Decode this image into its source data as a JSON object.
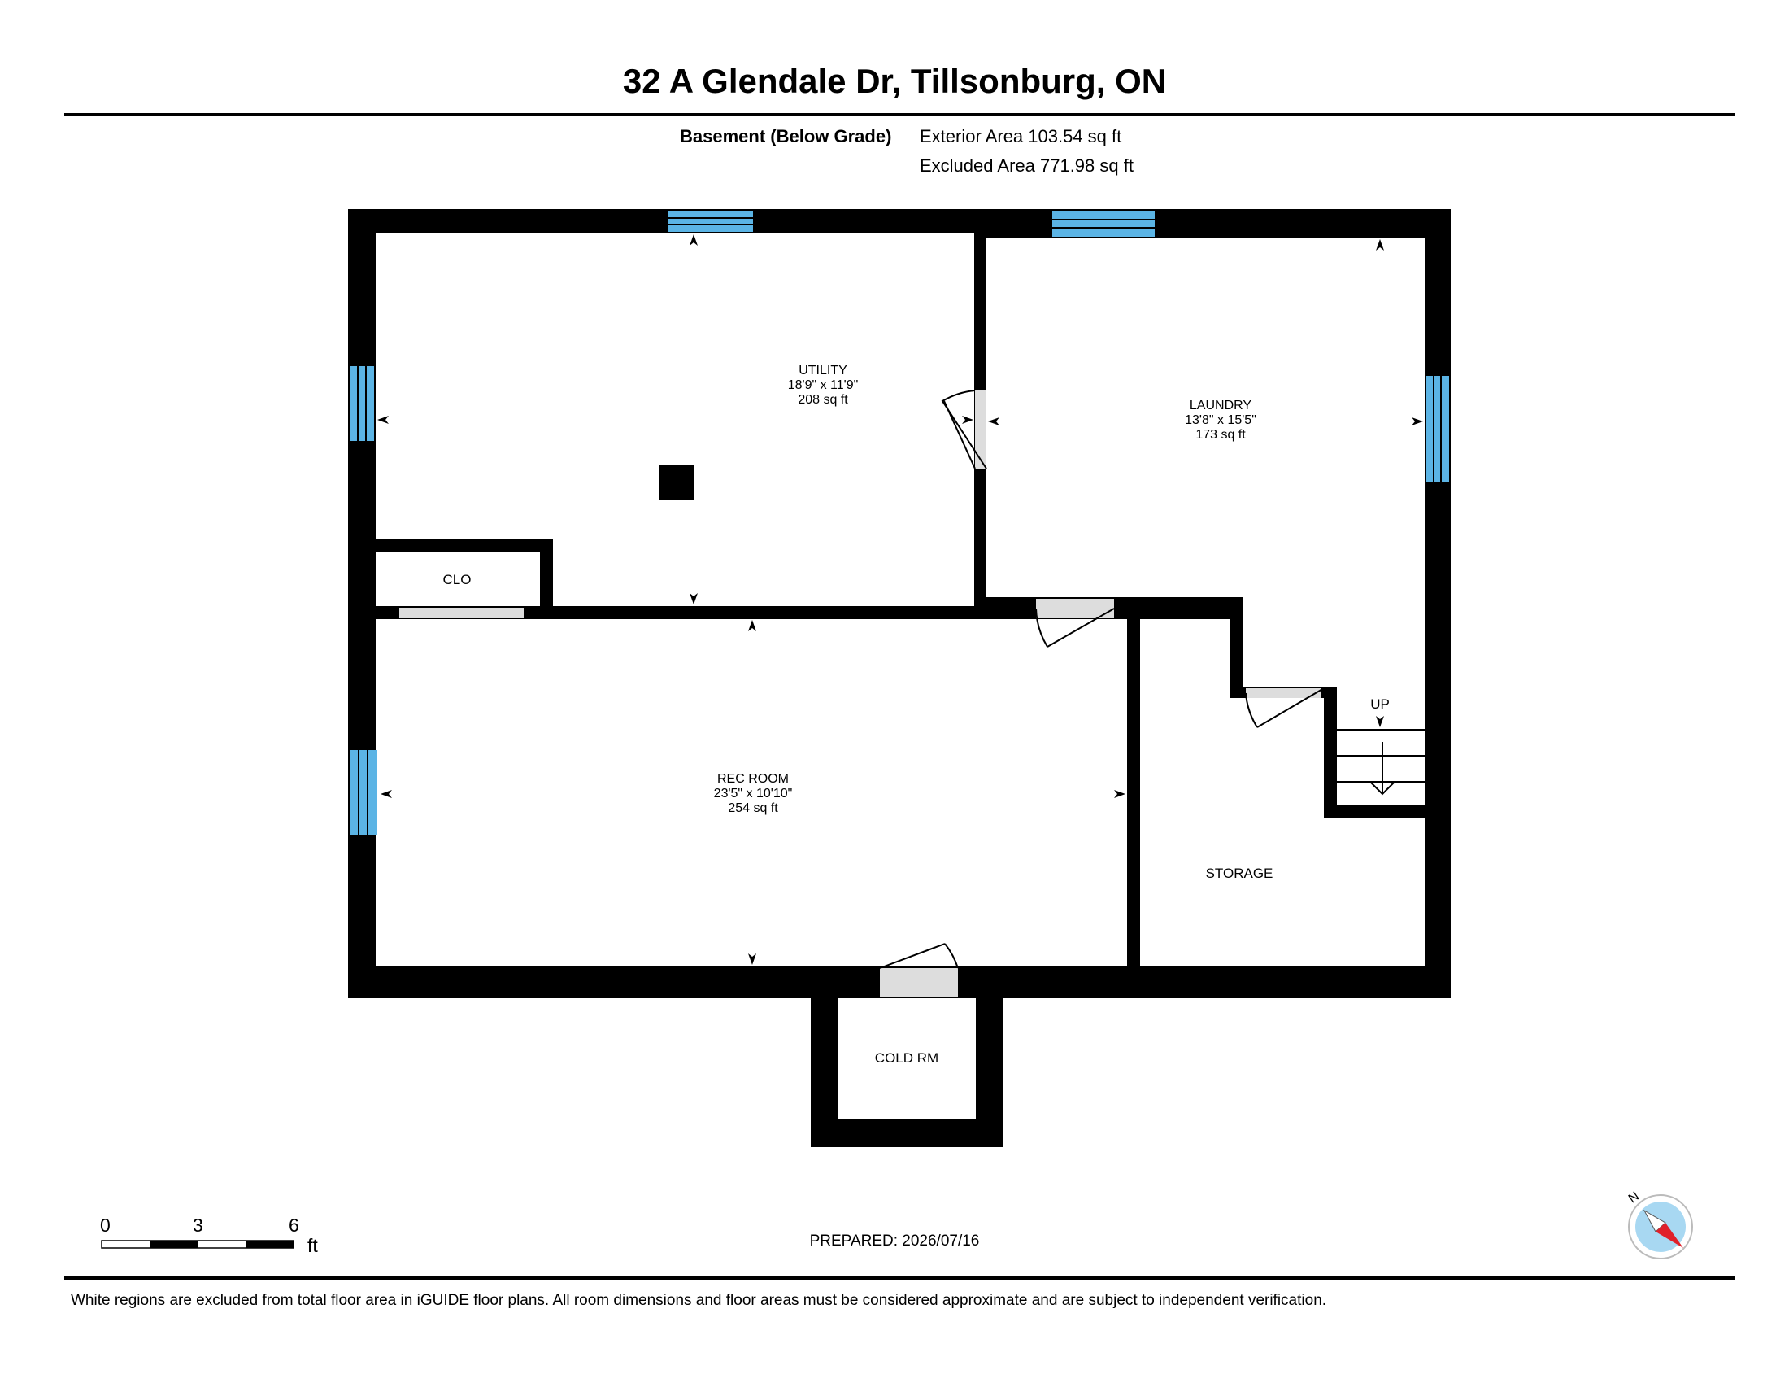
{
  "header": {
    "title": "32 A Glendale Dr, Tillsonburg, ON"
  },
  "floor": {
    "label": "Basement (Below Grade)",
    "exterior_area": "Exterior Area 103.54 sq ft",
    "excluded_area": "Excluded Area 771.98 sq ft"
  },
  "rooms": {
    "utility": {
      "name": "UTILITY",
      "dims": "18'9\" x 11'9\"",
      "area": "208 sq ft"
    },
    "laundry": {
      "name": "LAUNDRY",
      "dims": "13'8\" x 15'5\"",
      "area": "173 sq ft"
    },
    "rec_room": {
      "name": "REC ROOM",
      "dims": "23'5\" x 10'10\"",
      "area": "254 sq ft"
    },
    "clo": {
      "name": "CLO"
    },
    "storage": {
      "name": "STORAGE"
    },
    "cold_rm": {
      "name": "COLD RM"
    },
    "stairs": {
      "label": "UP"
    }
  },
  "scale_bar": {
    "ticks": [
      "0",
      "3",
      "6"
    ],
    "unit": "ft"
  },
  "compass": {
    "north_label": "N"
  },
  "footer": {
    "prepared": "PREPARED: 2026/07/16",
    "disclaimer": "White regions are excluded from total floor area in iGUIDE floor plans. All room dimensions and floor areas must be considered approximate and are subject to independent verification."
  },
  "colors": {
    "wall": "#000000",
    "window": "#5bb4e5",
    "door_opening": "#dddddd",
    "compass_red": "#e0202a",
    "compass_blue": "#a8d8f2"
  }
}
